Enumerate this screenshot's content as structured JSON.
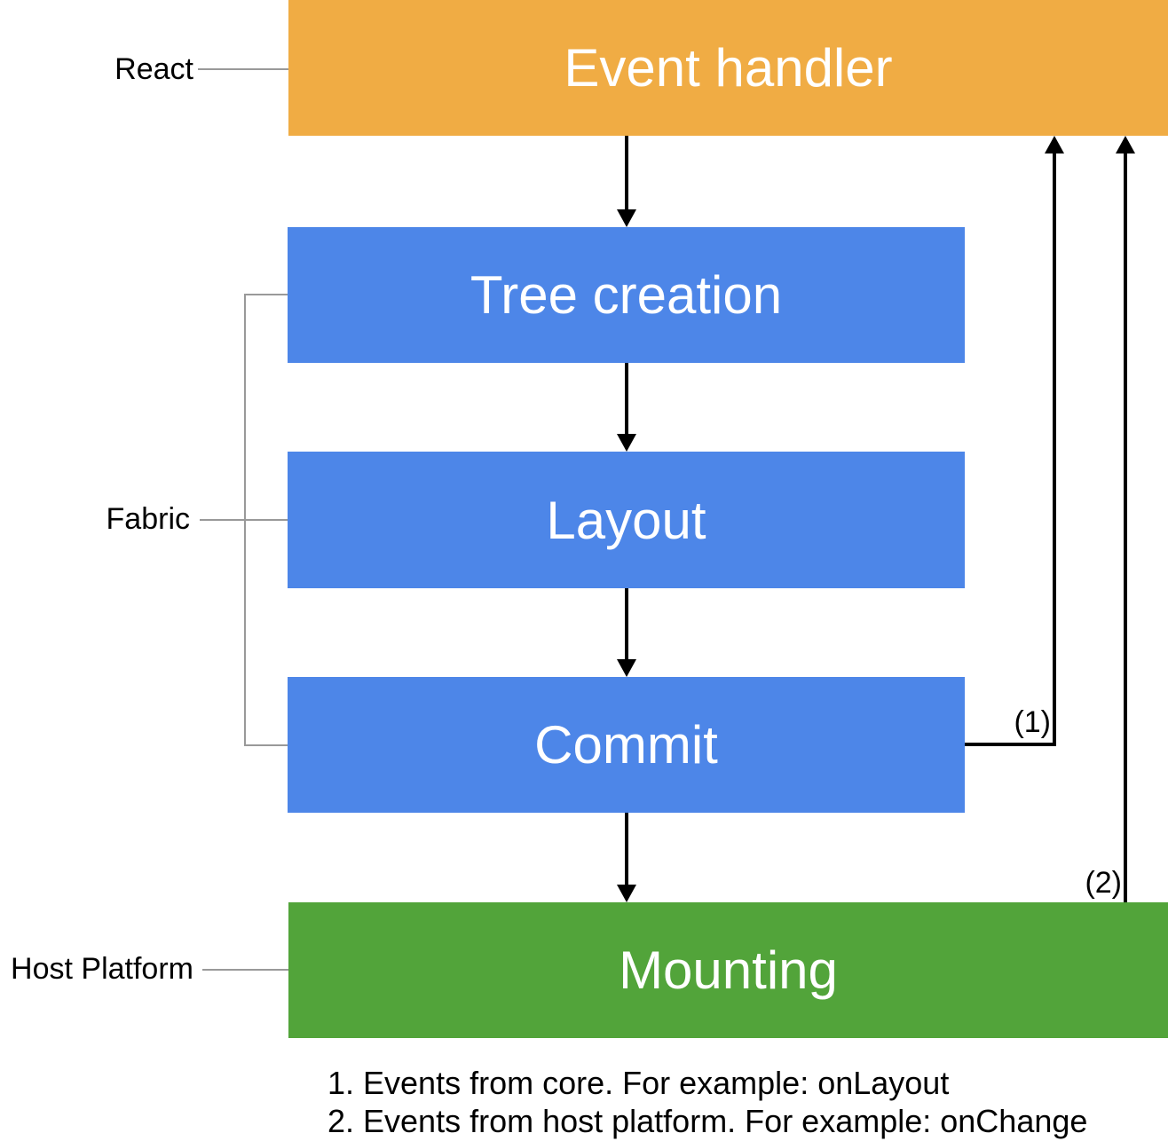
{
  "boxes": {
    "event_handler": {
      "label": "Event handler",
      "color": "#F0AC44"
    },
    "tree_creation": {
      "label": "Tree creation",
      "color": "#4D86E8"
    },
    "layout": {
      "label": "Layout",
      "color": "#4D86E8"
    },
    "commit": {
      "label": "Commit",
      "color": "#4D86E8"
    },
    "mounting": {
      "label": "Mounting",
      "color": "#52A43A"
    }
  },
  "side_labels": {
    "react": "React",
    "fabric": "Fabric",
    "host_platform": "Host Platform"
  },
  "annotations": {
    "arrow1": "(1)",
    "arrow2": "(2)"
  },
  "notes": {
    "line1": "1. Events from core. For example: onLayout",
    "line2": "2. Events from host platform. For example: onChange"
  },
  "colors": {
    "react_box": "#F0AC44",
    "fabric_boxes": "#4D86E8",
    "host_platform_box": "#52A43A",
    "arrows": "#000000",
    "connector_lines": "#999999",
    "box_text": "#ffffff",
    "label_text": "#000000",
    "background": "#ffffff"
  }
}
